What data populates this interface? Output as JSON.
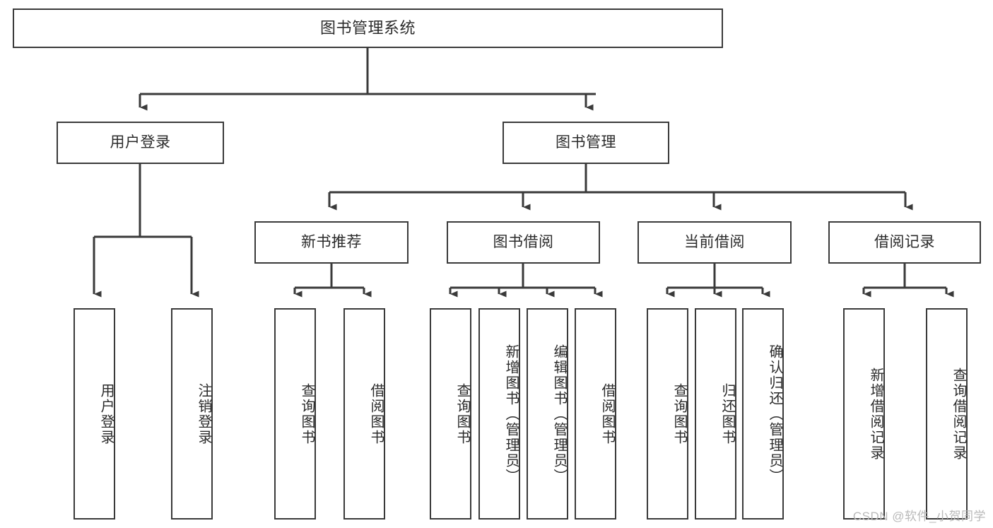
{
  "diagram": {
    "title": "图书管理系统",
    "watermark": "CSDN @软件_小贺同学",
    "colors": {
      "stroke": "#3a3a3a",
      "text": "#2b2b2b",
      "background": "#ffffff",
      "watermark": "#b9b9b9"
    },
    "levels": {
      "root": {
        "label": "图书管理系统"
      },
      "level2": [
        {
          "label": "用户登录"
        },
        {
          "label": "图书管理"
        }
      ],
      "level3": [
        {
          "label": "新书推荐"
        },
        {
          "label": "图书借阅"
        },
        {
          "label": "当前借阅"
        },
        {
          "label": "借阅记录"
        }
      ],
      "leaves": {
        "user_login": [
          {
            "label": "用户登录"
          },
          {
            "label": "注销登录"
          }
        ],
        "new_books": [
          {
            "label": "查询图书"
          },
          {
            "label": "借阅图书"
          }
        ],
        "book_borrow": [
          {
            "label": "查询图书"
          },
          {
            "label": "新增图书（管理员）"
          },
          {
            "label": "编辑图书（管理员）"
          },
          {
            "label": "借阅图书"
          }
        ],
        "current_borrow": [
          {
            "label": "查询图书"
          },
          {
            "label": "归还图书"
          },
          {
            "label": "确认归还（管理员）"
          }
        ],
        "borrow_records": [
          {
            "label": "新增借阅记录"
          },
          {
            "label": "查询借阅记录"
          }
        ]
      }
    }
  }
}
